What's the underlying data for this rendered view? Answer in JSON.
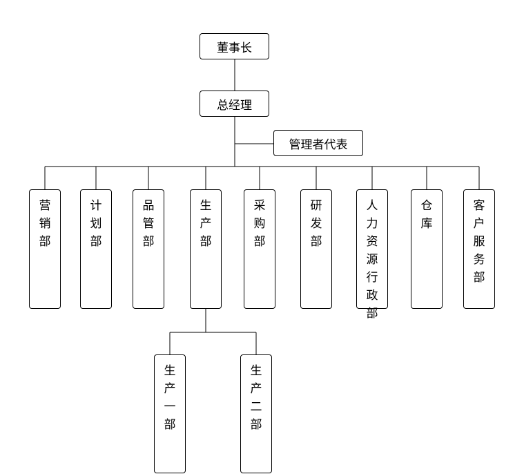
{
  "org": {
    "chairman": "董事长",
    "general_manager": "总经理",
    "management_rep": "管理者代表",
    "departments": [
      {
        "id": "marketing",
        "label": "营销部"
      },
      {
        "id": "planning",
        "label": "计划部"
      },
      {
        "id": "quality",
        "label": "品管部"
      },
      {
        "id": "production",
        "label": "生产部"
      },
      {
        "id": "purchasing",
        "label": "采购部"
      },
      {
        "id": "rnd",
        "label": "研发部"
      },
      {
        "id": "hr-admin",
        "label": "人力资源行政部"
      },
      {
        "id": "warehouse",
        "label": "仓库"
      },
      {
        "id": "customer-service",
        "label": "客户服务部"
      }
    ],
    "production_subdepartments": [
      {
        "id": "production-1",
        "label": "生产一部"
      },
      {
        "id": "production-2",
        "label": "生产二部"
      }
    ]
  },
  "colors": {
    "line": "#000000",
    "background": "#ffffff"
  }
}
